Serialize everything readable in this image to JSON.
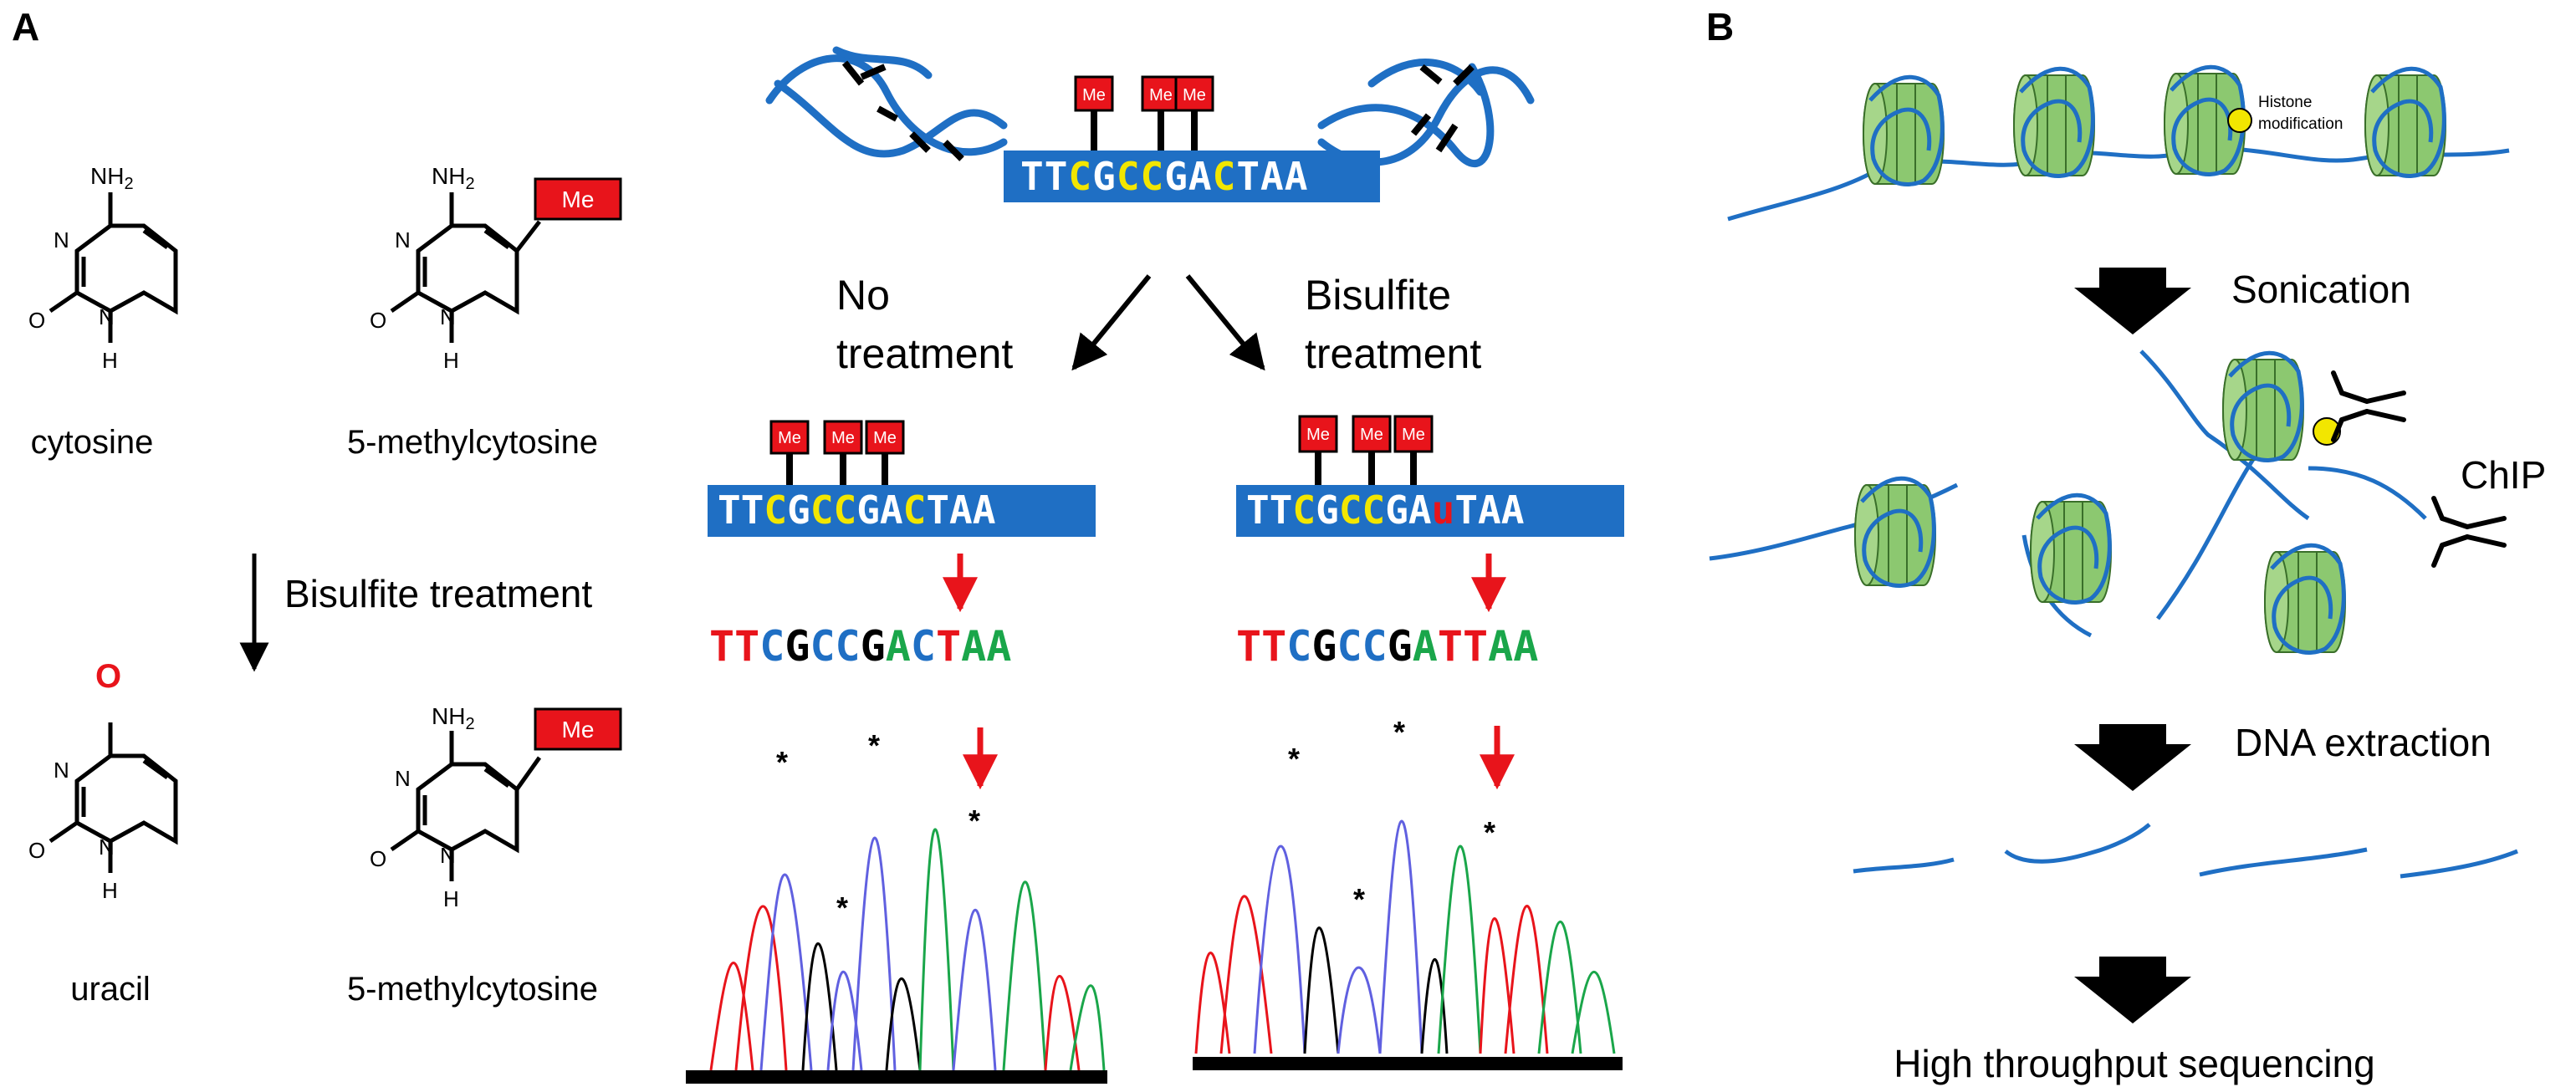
{
  "panels": {
    "a": "A",
    "b": "B"
  },
  "molecules": {
    "nh2": "NH",
    "nh2_sub": "2",
    "n": "N",
    "o": "O",
    "h": "H",
    "me": "Me",
    "cytosine": "cytosine",
    "methylcytosine": "5-methylcytosine",
    "uracil": "uracil",
    "bisulfite_arrow_label": "Bisulfite treatment"
  },
  "dna": {
    "top_sequence": [
      "T",
      "T",
      "C",
      "G",
      "C",
      "C",
      "G",
      "A",
      "C",
      "T",
      "A",
      "A"
    ],
    "untreated_sequence": [
      "T",
      "T",
      "C",
      "G",
      "C",
      "C",
      "G",
      "A",
      "C",
      "T",
      "A",
      "A"
    ],
    "treated_sequence": [
      "T",
      "T",
      "C",
      "G",
      "C",
      "C",
      "G",
      "A",
      "u",
      "T",
      "A",
      "A"
    ],
    "no_treatment": [
      "No",
      "treatment"
    ],
    "bisulfite_treatment": [
      "Bisulfite",
      "treatment"
    ],
    "read_untreated": [
      "T",
      "T",
      "C",
      "G",
      "C",
      "C",
      "G",
      "A",
      "C",
      "T",
      "A",
      "A"
    ],
    "read_treated": [
      "T",
      "T",
      "C",
      "G",
      "C",
      "C",
      "G",
      "A",
      "T",
      "T",
      "A",
      "A"
    ],
    "peak_mark": "*"
  },
  "colors": {
    "dna_blue": "#1f6fc4",
    "methyl_red": "#e8141b",
    "methyl_c_yellow": "#f2e600",
    "base_T": "#e8141b",
    "base_C": "#1f6fc4",
    "base_G": "#000000",
    "base_A": "#1aa64a",
    "nucleosome": "#8cc870"
  },
  "chip": {
    "histone_modification": [
      "Histone",
      "modification"
    ],
    "sonication": "Sonication",
    "chip": "ChIP",
    "dna_extraction": "DNA extraction",
    "sequencing": "High throughput sequencing"
  }
}
